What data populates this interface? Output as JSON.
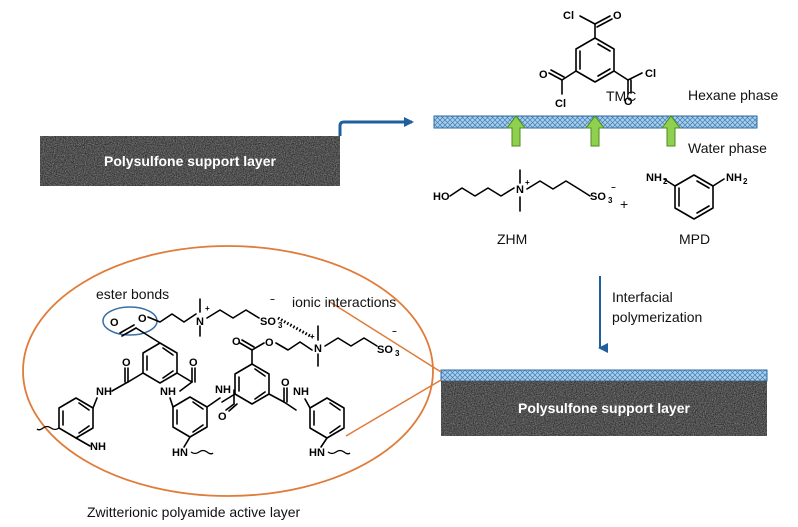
{
  "phases": {
    "hexane": "Hexane phase",
    "water": "Water phase"
  },
  "support": {
    "left_label": "Polysulfone support layer",
    "right_label": "Polysulfone support layer"
  },
  "monomers": {
    "tmc": "TMC",
    "zhm": "ZHM",
    "mpd": "MPD",
    "plus": "+"
  },
  "chem_labels": {
    "cl": "Cl",
    "o": "O",
    "ho": "HO",
    "n": "N",
    "nh2": "NH",
    "two": "2",
    "so3": "SO",
    "three": "3",
    "plus": "+",
    "minus": "−",
    "nh": "NH",
    "hn": "HN"
  },
  "process": {
    "line1": "Interfacial",
    "line2": "polymerization"
  },
  "callouts": {
    "ester": "ester bonds",
    "ionic": "ionic interactions"
  },
  "caption": "Zwitterionic polyamide active layer",
  "colors": {
    "accent_orange": "#e07b39",
    "arrow_blue": "#1f5f9e",
    "arrow_green": "#8fd14f",
    "film_blue": "#9fc7e8",
    "circle_blue": "#3a6ea8"
  }
}
